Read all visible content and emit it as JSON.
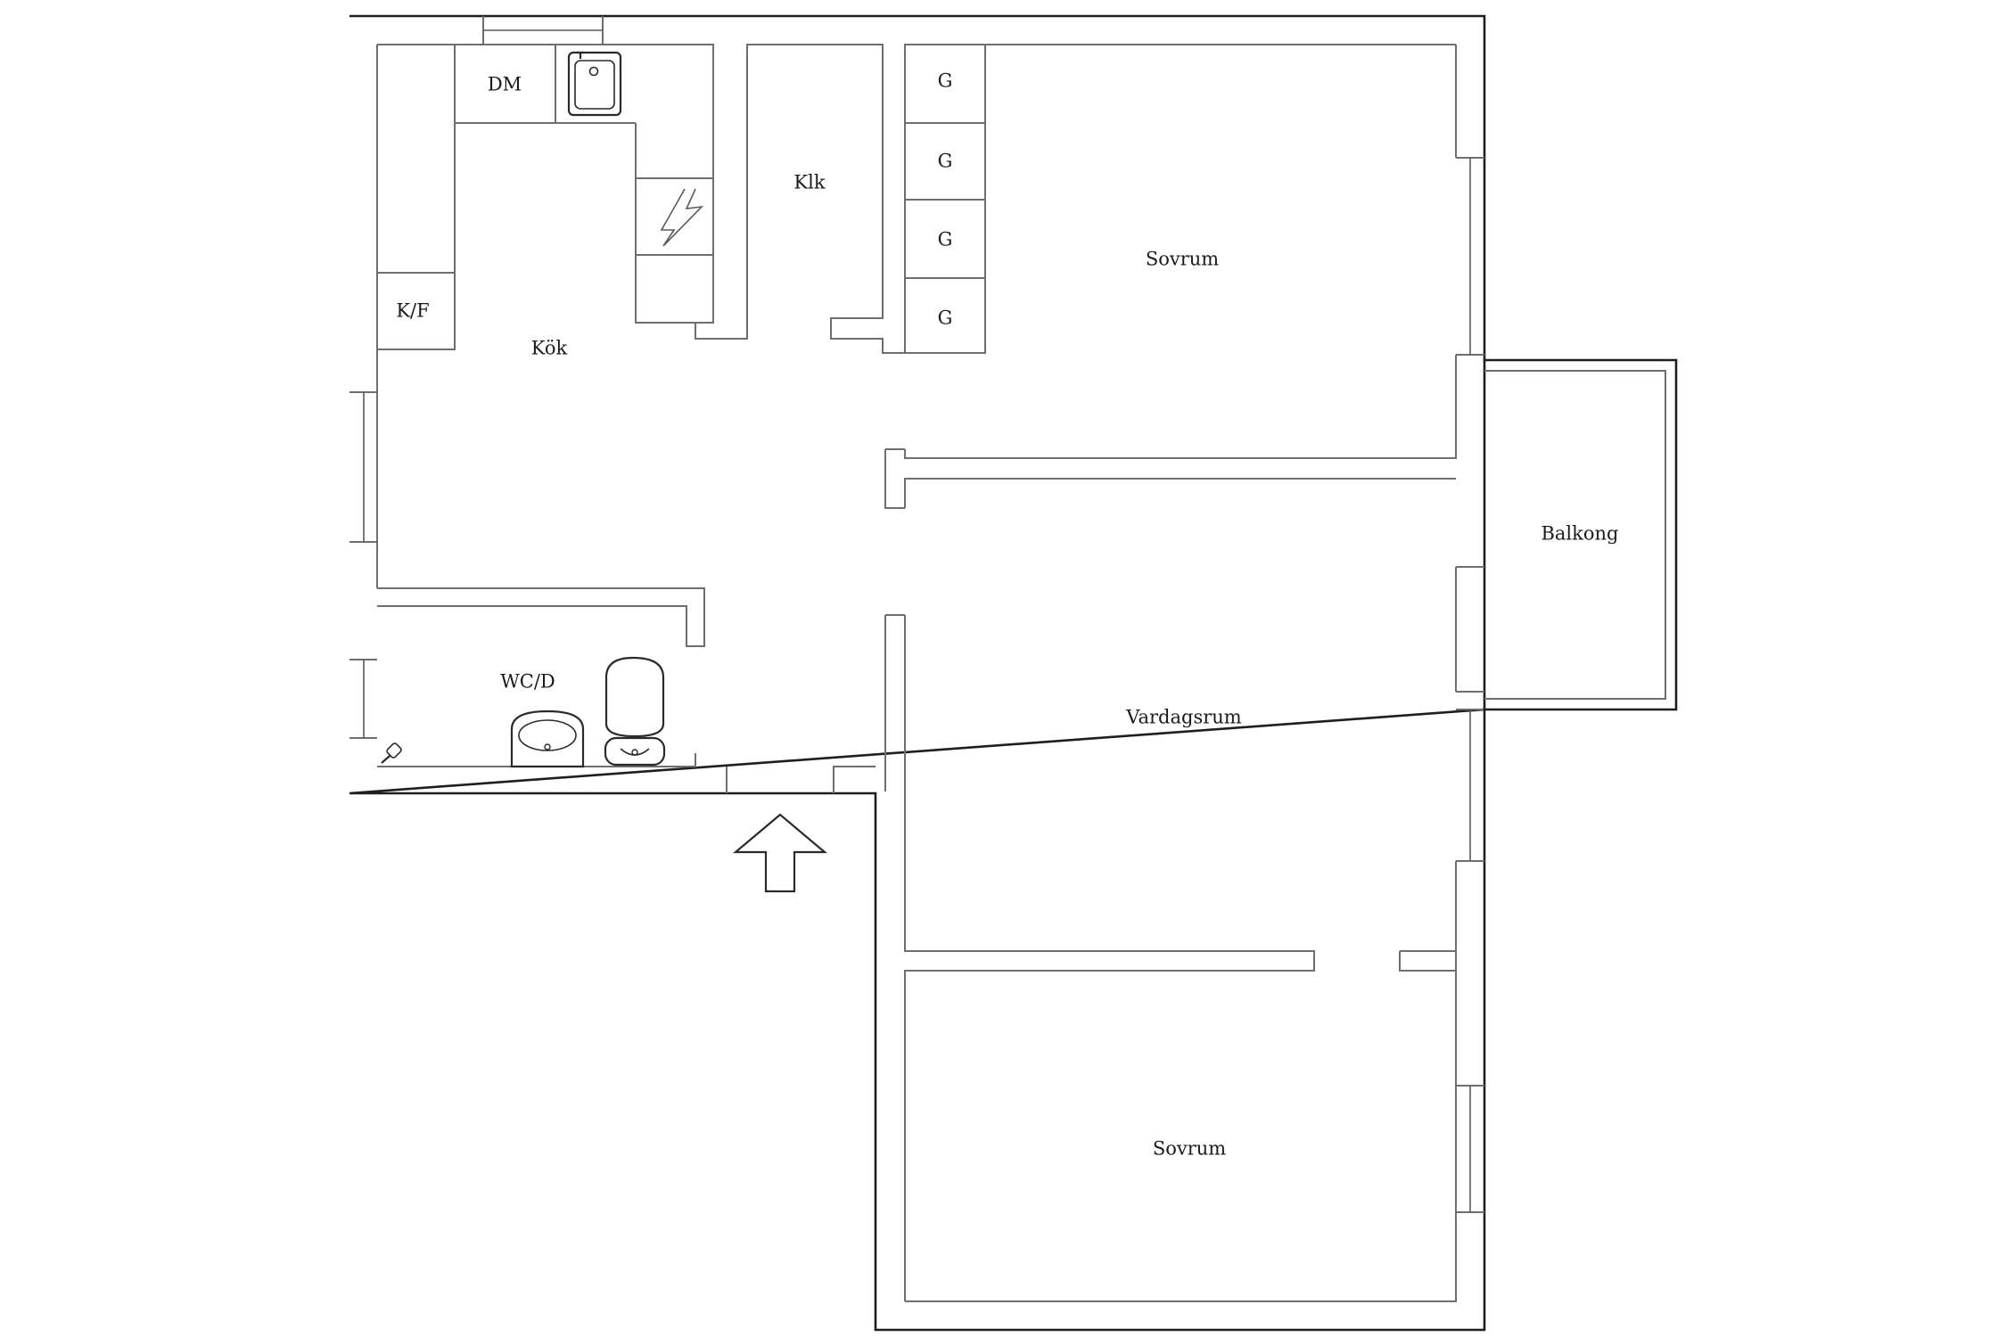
{
  "rooms": {
    "kitchen": "Kök",
    "dishwasher": "DM",
    "fridge_freezer": "K/F",
    "closet": "Klk",
    "wardrobe_1": "G",
    "wardrobe_2": "G",
    "wardrobe_3": "G",
    "wardrobe_4": "G",
    "bedroom_1": "Sovrum",
    "balcony": "Balkong",
    "living_room": "Vardagsrum",
    "bedroom_2": "Sovrum",
    "bathroom": "WC/D"
  },
  "icons": {
    "entrance": "entrance-arrow-icon",
    "sink": "kitchen-sink-icon",
    "stove": "stove-icon",
    "washbasin": "washbasin-icon",
    "toilet": "toilet-icon",
    "shower": "shower-head-icon"
  },
  "colors": {
    "outer_wall": "#1e1e1e",
    "inner_wall": "#6e6e6e",
    "background": "#ffffff"
  }
}
